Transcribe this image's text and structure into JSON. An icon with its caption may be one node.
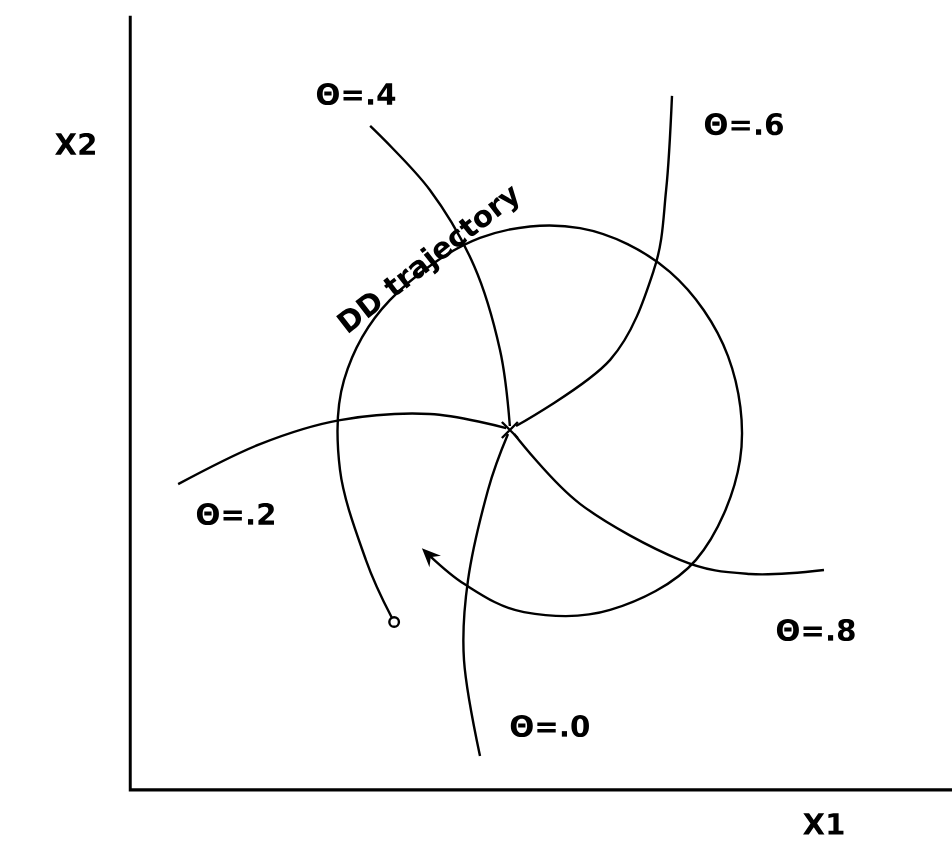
{
  "diagram": {
    "labels": [
      "X2",
      "Θ=.4",
      "Θ=.6",
      "DD trajectory",
      "Θ=.2",
      "Θ=.8",
      "Θ=.0",
      "X1"
    ]
  }
}
